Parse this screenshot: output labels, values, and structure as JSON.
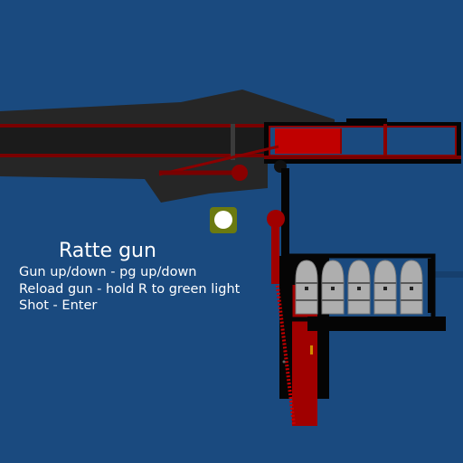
{
  "hud": {
    "title": "Ratte gun",
    "controls": [
      "Gun up/down - pg up/down",
      "Reload gun - hold R to green light",
      "Shot - Enter"
    ]
  },
  "colors": {
    "background": "#1a4a7f",
    "barrel_dark": "#262626",
    "barrel_red": "#a00000",
    "mechanism_red": "#8a0000",
    "frame_black": "#050505",
    "shell_gray": "#aeaeae",
    "indicator_ring": "#6b7a10",
    "indicator_light": "#ffffff"
  },
  "reload_indicator": {
    "state": "not-ready"
  },
  "ammo": {
    "shells_loaded": 5
  }
}
